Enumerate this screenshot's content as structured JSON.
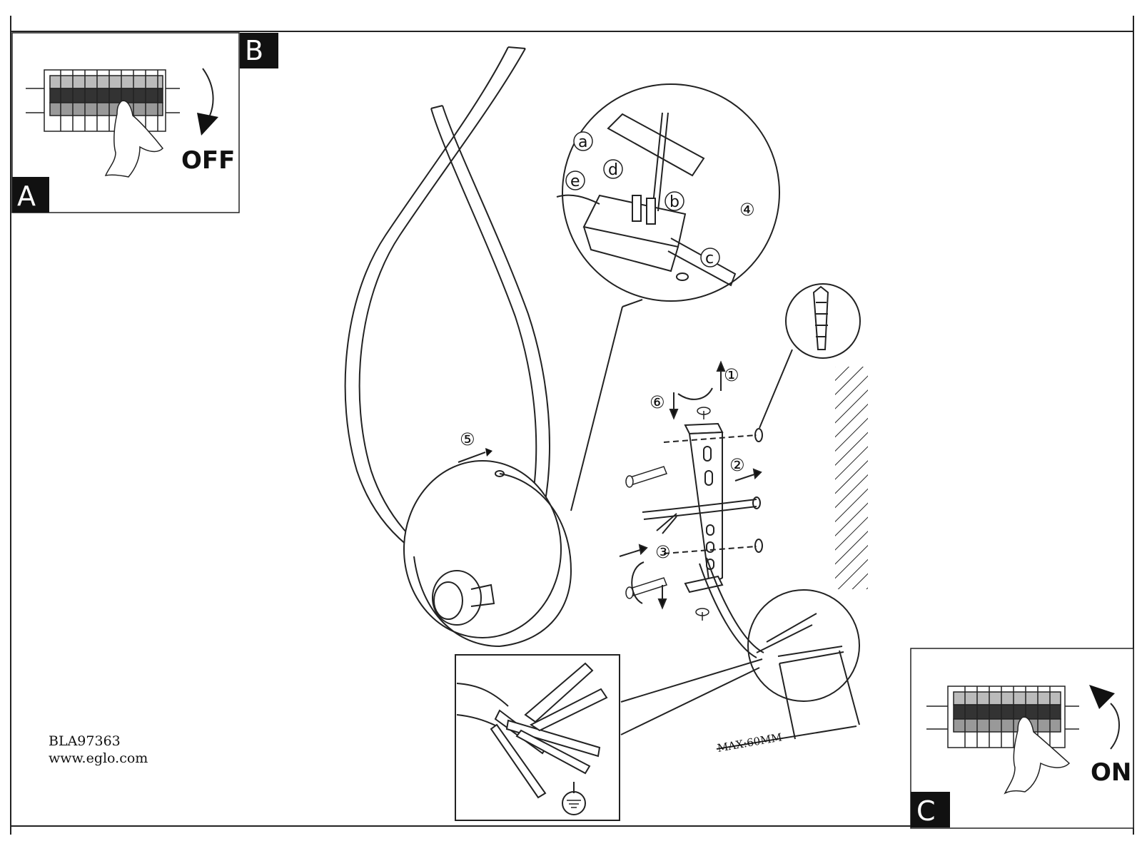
{
  "panels": {
    "a": {
      "letter": "A"
    },
    "b": {
      "letter": "B",
      "state_label": "OFF"
    },
    "c": {
      "letter": "C",
      "state_label": "ON"
    }
  },
  "steps": [
    "①",
    "②",
    "③",
    "④",
    "⑤",
    "⑥"
  ],
  "callouts": [
    "a",
    "b",
    "c",
    "d",
    "e"
  ],
  "strip_length": "MAX:60MM",
  "product": {
    "code": "BLA97363",
    "website": "www.eglo.com"
  }
}
